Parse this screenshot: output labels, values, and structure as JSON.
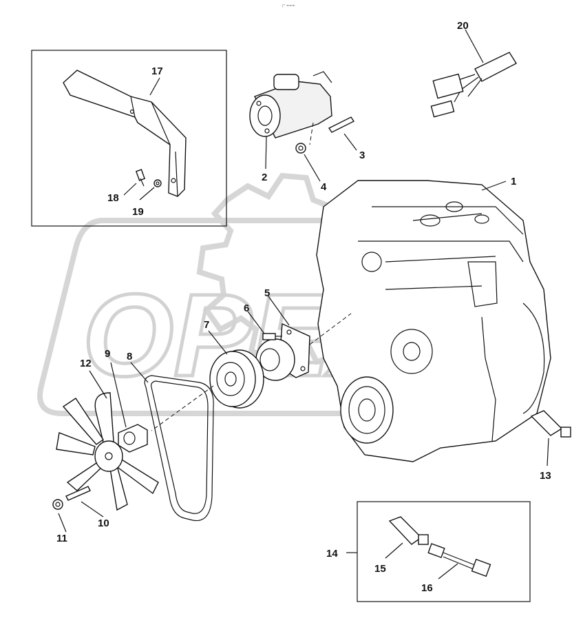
{
  "header_mark": "(\" ===",
  "watermark": "OPEX",
  "callouts": [
    {
      "id": "c1",
      "label": "1"
    },
    {
      "id": "c2",
      "label": "2"
    },
    {
      "id": "c3",
      "label": "3"
    },
    {
      "id": "c4",
      "label": "4"
    },
    {
      "id": "c5",
      "label": "5"
    },
    {
      "id": "c6",
      "label": "6"
    },
    {
      "id": "c7",
      "label": "7"
    },
    {
      "id": "c8",
      "label": "8"
    },
    {
      "id": "c9",
      "label": "9"
    },
    {
      "id": "c10",
      "label": "10"
    },
    {
      "id": "c11",
      "label": "11"
    },
    {
      "id": "c12",
      "label": "12"
    },
    {
      "id": "c13",
      "label": "13"
    },
    {
      "id": "c14",
      "label": "14"
    },
    {
      "id": "c15",
      "label": "15"
    },
    {
      "id": "c16",
      "label": "16"
    },
    {
      "id": "c17",
      "label": "17"
    },
    {
      "id": "c18",
      "label": "18"
    },
    {
      "id": "c19",
      "label": "19"
    },
    {
      "id": "c20",
      "label": "20"
    }
  ],
  "colors": {
    "line": "#111111",
    "watermark": "#d2d2d2",
    "background": "#ffffff"
  }
}
